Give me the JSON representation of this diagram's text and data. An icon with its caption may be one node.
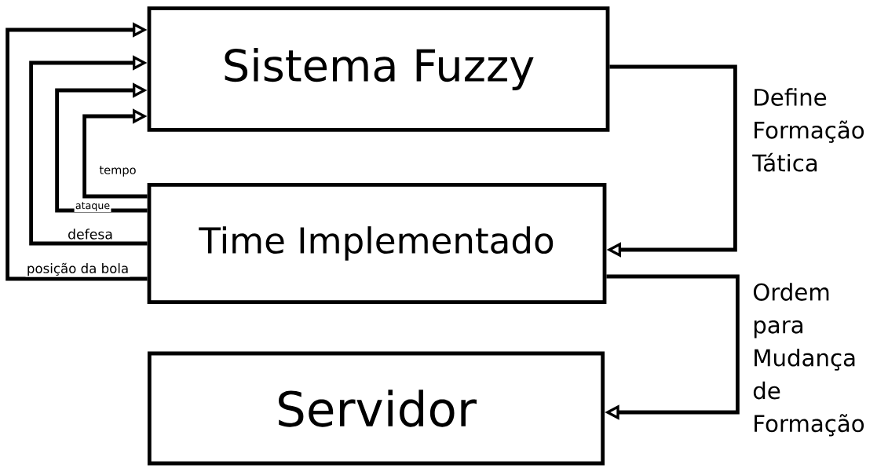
{
  "diagram": {
    "nodes": [
      {
        "text": [
          "Sistema Fuzzy"
        ]
      },
      {
        "text": [
          "Time Implementado"
        ]
      },
      {
        "text": [
          "Servidor"
        ]
      }
    ],
    "edges": [
      {
        "from": 1,
        "to": 0,
        "arrow": "to",
        "label": "tempo"
      },
      {
        "from": 1,
        "to": 0,
        "arrow": "to",
        "label": "ataque"
      },
      {
        "from": 1,
        "to": 0,
        "arrow": "to",
        "label": "defesa"
      },
      {
        "from": 1,
        "to": 0,
        "arrow": "to",
        "label": "posição da bola"
      },
      {
        "from": 0,
        "to": 1,
        "arrow": "to",
        "label": "Define Formação Tática"
      },
      {
        "from": 1,
        "to": 2,
        "arrow": "to",
        "label": "Ordem para Mudança de Formação"
      }
    ]
  }
}
